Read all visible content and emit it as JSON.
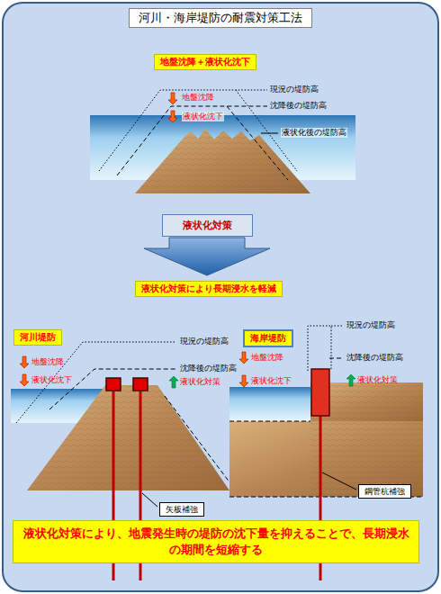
{
  "diagram": {
    "title": "河川・海岸堤防の耐震対策工法",
    "nodes": [
      {
        "text": [
          "地盤沈降＋液状化沈下"
        ]
      },
      {
        "text": [
          "液状化対策"
        ]
      },
      {
        "text": [
          "液状化対策により長期浸水を軽減"
        ]
      },
      {
        "text": [
          "河川堤防"
        ]
      },
      {
        "text": [
          "海岸堤防"
        ]
      },
      {
        "text": [
          "矢板補強"
        ]
      },
      {
        "text": [
          "鋼管杭補強"
        ]
      },
      {
        "text": [
          "液状化対策により、地震発生時の堤防の沈下量を抑えることで、長期浸水の期間を短縮する"
        ]
      }
    ],
    "labels": [
      "現況の堤防高",
      "地盤沈降",
      "沈降後の堤防高",
      "液状化沈下",
      "液状化後の堤防高",
      "現況の堤防高",
      "地盤沈降",
      "液状化沈下",
      "沈降後の堤防高",
      "液状化対策",
      "現況の堤防高",
      "地盤沈降",
      "沈降後の堤防高",
      "液状化沈下",
      "液状化対策"
    ]
  }
}
